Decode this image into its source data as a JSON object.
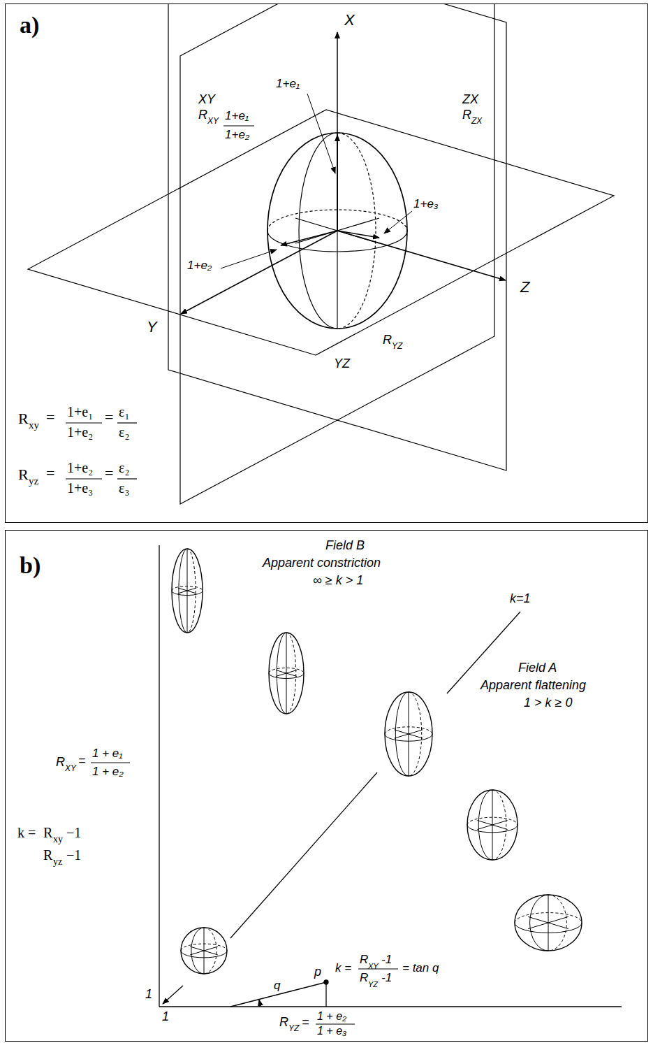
{
  "diagram": {
    "nodes": [
      {
        "text": [
          "a)"
        ]
      },
      {
        "text": [
          "b)"
        ]
      }
    ],
    "labels": [
      "X",
      "XY",
      "R",
      "XY",
      "1+e₁",
      "1+e₂",
      "ZX",
      "R",
      "ZX",
      "1+e₁",
      "1+e₂",
      "1+e₃",
      "Z",
      "Y",
      "R",
      "YZ",
      "YZ",
      "R",
      "xy",
      "=",
      "1+e₁",
      "1+e₂",
      "=",
      "ε₁",
      "ε₂",
      "R",
      "yz",
      "=",
      "1+e₂",
      "1+e₃",
      "=",
      "ε₂",
      "ε₃",
      "Field B",
      "Apparent constriction",
      "∞ ≥ k > 1",
      "k=1",
      "Field A",
      "Apparent flattening",
      "1 > k ≥ 0",
      "R",
      "XY",
      "=",
      "1 + e₁",
      "1 + e₂",
      "k =",
      "R",
      "xy",
      "−1",
      "R",
      "yz",
      "−1",
      "p",
      "k =",
      "R",
      "XY",
      "-1",
      "R",
      "YZ",
      "-1",
      "= tan q",
      "q",
      "1",
      "1",
      "R",
      "YZ",
      "=",
      "1 + e₂",
      "1 + e₃"
    ]
  }
}
